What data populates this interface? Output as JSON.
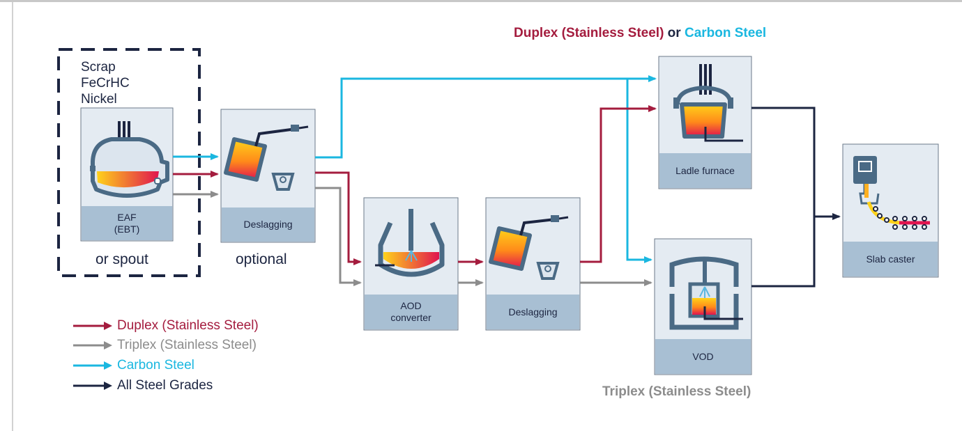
{
  "header": {
    "duplex": "Duplex (Stainless Steel)",
    "or": " or ",
    "carbon": "Carbon Steel"
  },
  "inputs": [
    "Scrap",
    "FeCrHC",
    "Nickel"
  ],
  "boxes": {
    "eaf": {
      "line1": "EAF",
      "line2": "(EBT)",
      "note": "or spout"
    },
    "deslag1": {
      "label": "Deslagging",
      "note": "optional"
    },
    "aod": {
      "line1": "AOD",
      "line2": "converter"
    },
    "deslag2": {
      "label": "Deslagging"
    },
    "ladle": {
      "label": "Ladle furnace"
    },
    "vod": {
      "label": "VOD"
    },
    "slab": {
      "label": "Slab caster"
    }
  },
  "bottom_label": "Triplex (Stainless Steel)",
  "legend": [
    {
      "label": "Duplex (Stainless Steel)",
      "color": "#a41c3e"
    },
    {
      "label": "Triplex (Stainless Steel)",
      "color": "#8c8c8c"
    },
    {
      "label": "Carbon Steel",
      "color": "#1ab7e0"
    },
    {
      "label": "All Steel Grades",
      "color": "#1c2541"
    }
  ],
  "colors": {
    "duplex": "#a41c3e",
    "triplex": "#8c8c8c",
    "carbon": "#1ab7e0",
    "all": "#1c2541",
    "box_bg": "#e4ebf2",
    "box_label_bg": "#a8bfd3"
  }
}
